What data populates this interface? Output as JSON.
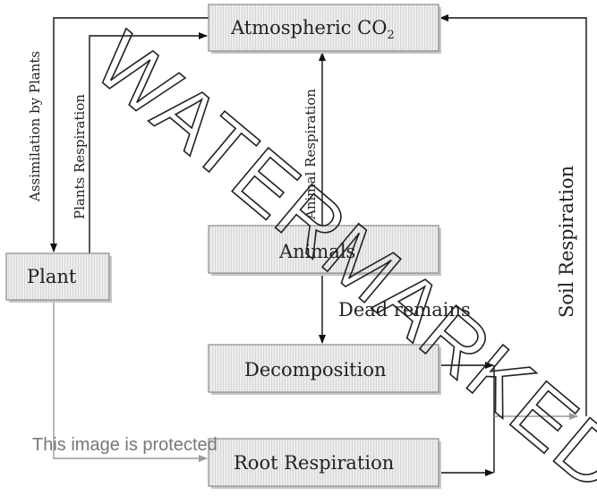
{
  "boxes": {
    "co2": "Atmospheric CO",
    "co2_sub": "2",
    "plant": "Plant",
    "animals": "Animals",
    "decomposition": "Decomposition",
    "root": "Root Respiration"
  },
  "labels": {
    "assimilation": "Assimilation by Plants",
    "plant_resp": "Plants Respiration",
    "animal_resp": "Animal Respiration",
    "soil_resp": "Soil Respiration",
    "dead": "Dead remains"
  },
  "watermark": {
    "main": "WATERMARKED",
    "protected": "This image is protected"
  }
}
